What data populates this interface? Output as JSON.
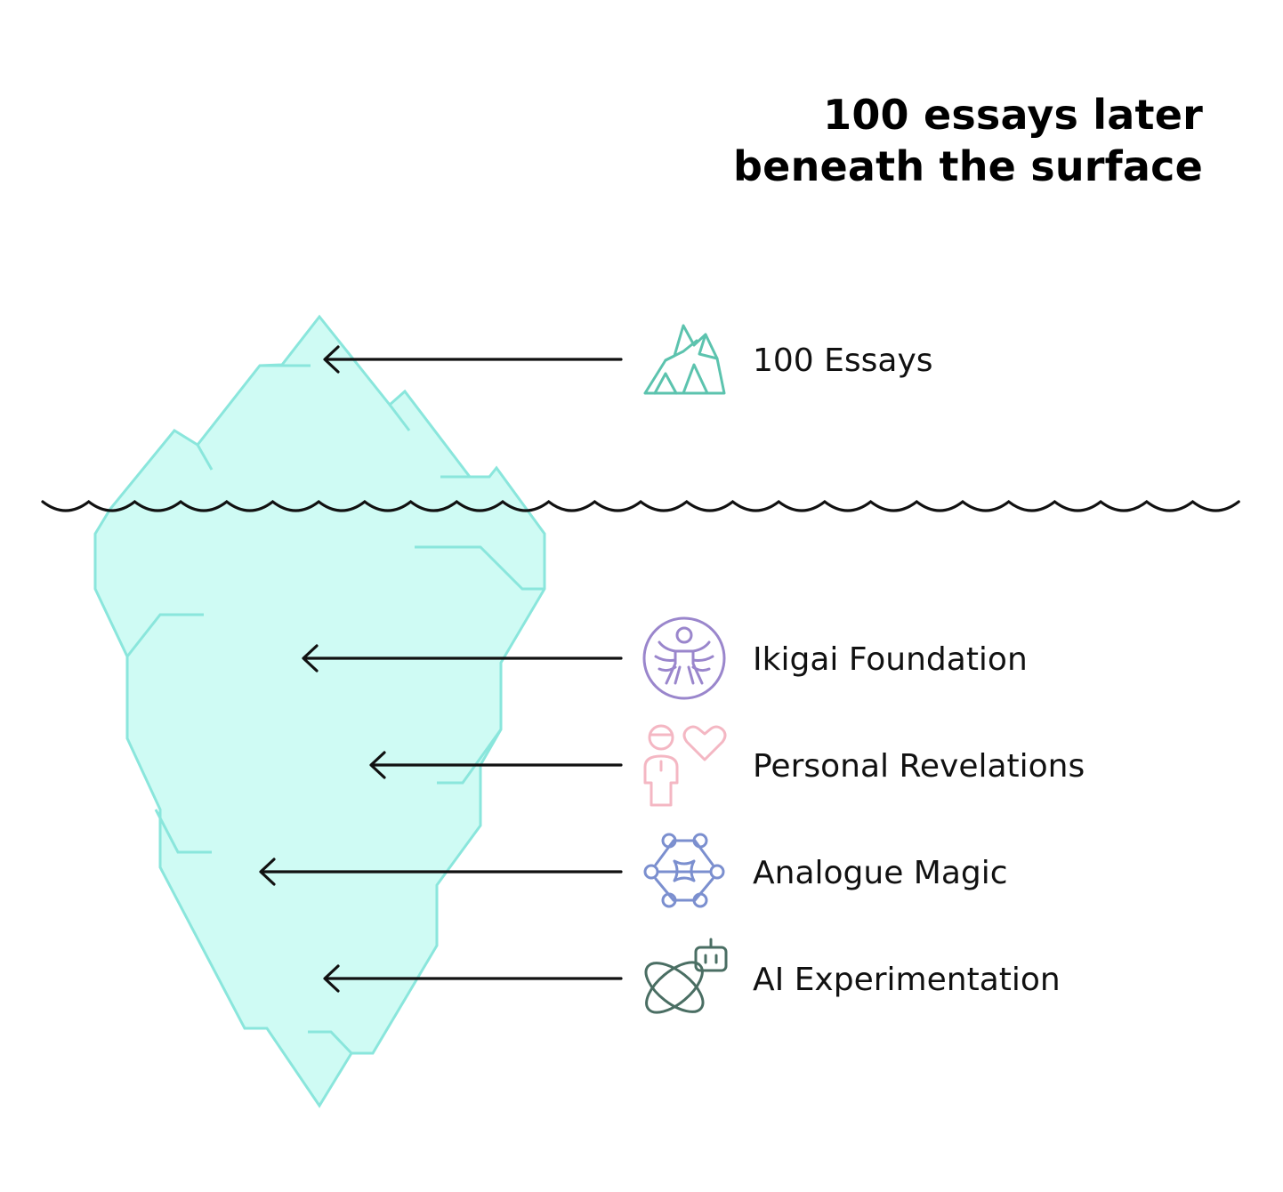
{
  "title": {
    "line1": "100 essays later",
    "line2": "beneath the surface"
  },
  "colors": {
    "ice_fill": "#cffbf4",
    "ice_stroke": "#8ae6dc",
    "water_line": "#111111",
    "arrow": "#111111",
    "mountain_icon": "#5cc3ae",
    "ikigai_icon": "#9a86cc",
    "person_heart_icon": "#f4b7c3",
    "network_icon": "#7b8fcf",
    "ai_icon": "#4a6e63"
  },
  "layers": [
    {
      "label": "100 Essays",
      "icon": "mountain-icon",
      "zone": "above-surface"
    },
    {
      "label": "Ikigai Foundation",
      "icon": "ikigai-figure-icon",
      "zone": "below-surface"
    },
    {
      "label": "Personal Revelations",
      "icon": "person-heart-icon",
      "zone": "below-surface"
    },
    {
      "label": "Analogue Magic",
      "icon": "network-icon",
      "zone": "below-surface"
    },
    {
      "label": "AI Experimentation",
      "icon": "ai-orbit-robot-icon",
      "zone": "below-surface"
    }
  ]
}
